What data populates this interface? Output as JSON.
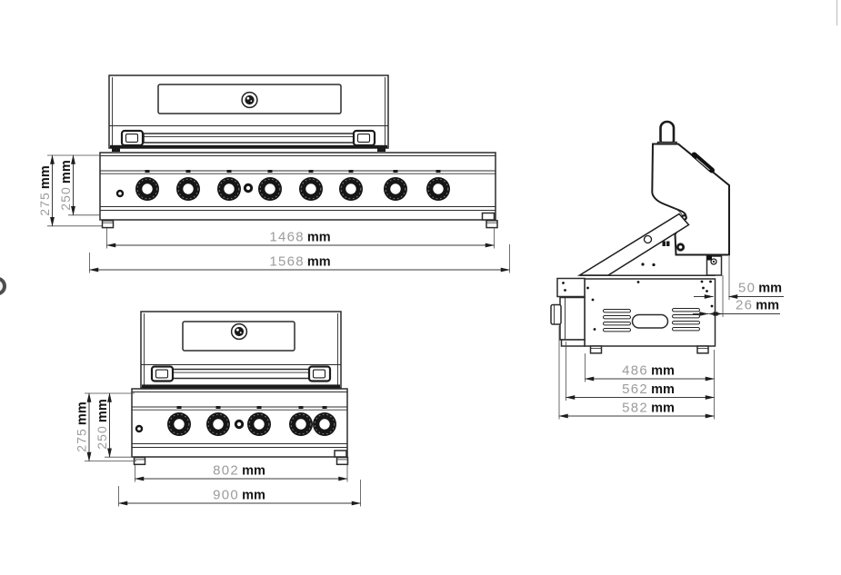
{
  "drawing": {
    "background_color": "#ffffff",
    "line_color": "#2b2b2b",
    "dim_number_color": "#9c9c9c",
    "dim_unit_color": "#151515",
    "unit": "mm"
  },
  "dims": {
    "front_large": {
      "body_width": {
        "value": "1468",
        "unit": "mm"
      },
      "overall_width": {
        "value": "1568",
        "unit": "mm"
      },
      "overall_height": {
        "value": "275",
        "unit": "mm"
      },
      "body_height": {
        "value": "250",
        "unit": "mm"
      }
    },
    "front_small": {
      "body_width": {
        "value": "802",
        "unit": "mm"
      },
      "overall_width": {
        "value": "900",
        "unit": "mm"
      },
      "overall_height": {
        "value": "275",
        "unit": "mm"
      },
      "body_height": {
        "value": "250",
        "unit": "mm"
      }
    },
    "side": {
      "body_depth": {
        "value": "486",
        "unit": "mm"
      },
      "mid_depth": {
        "value": "562",
        "unit": "mm"
      },
      "overall_depth": {
        "value": "582",
        "unit": "mm"
      },
      "lid_back_offset": {
        "value": "50",
        "unit": "mm"
      },
      "back_clearance": {
        "value": "26",
        "unit": "mm"
      }
    }
  }
}
